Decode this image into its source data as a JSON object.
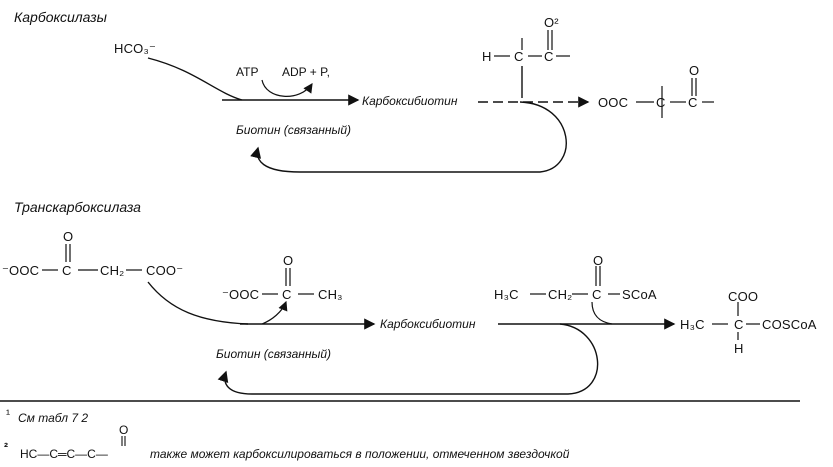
{
  "carboxylase": {
    "title": "Карбоксилазы",
    "substrate": "HCO₃⁻",
    "atp": "ATP",
    "adp": "ADP + P,",
    "carrier": "Карбоксибиотин",
    "biotin": "Биотин (связанный)",
    "acceptor_h": "H",
    "acceptor_c1": "C",
    "acceptor_c2": "C",
    "acceptor_o": "O²",
    "product_left": "OOC",
    "product_c1": "C",
    "product_c2": "C",
    "product_o": "O"
  },
  "transcarboxylase": {
    "title": "Транскарбоксилаза",
    "donor_left": "⁻OOC",
    "donor_c": "C",
    "donor_mid": "CH₂",
    "donor_right": "COO⁻",
    "donor_o": "O",
    "pyruvate_left": "⁻OOC",
    "pyruvate_c": "C",
    "pyruvate_right": "CH₃",
    "pyruvate_o": "O",
    "carrier": "Карбоксибиотин",
    "biotin": "Биотин (связанный)",
    "acyl_left": "H₃C",
    "acyl_mid": "CH₂",
    "acyl_c": "C",
    "acyl_right": "SCoA",
    "acyl_o": "O",
    "product_left": "H₃C",
    "product_c": "C",
    "product_right": "COSCoA",
    "product_top": "COO",
    "product_bottom": "H"
  },
  "footnotes": {
    "note1_mark": "¹",
    "note1_text": "См табл 7 2",
    "note2_mark": "²",
    "note2_formula": "HC—C═C—C—",
    "note2_o": "O",
    "note2_text": "также может карбоксилироваться в положении, отмеченном звездочкой"
  }
}
